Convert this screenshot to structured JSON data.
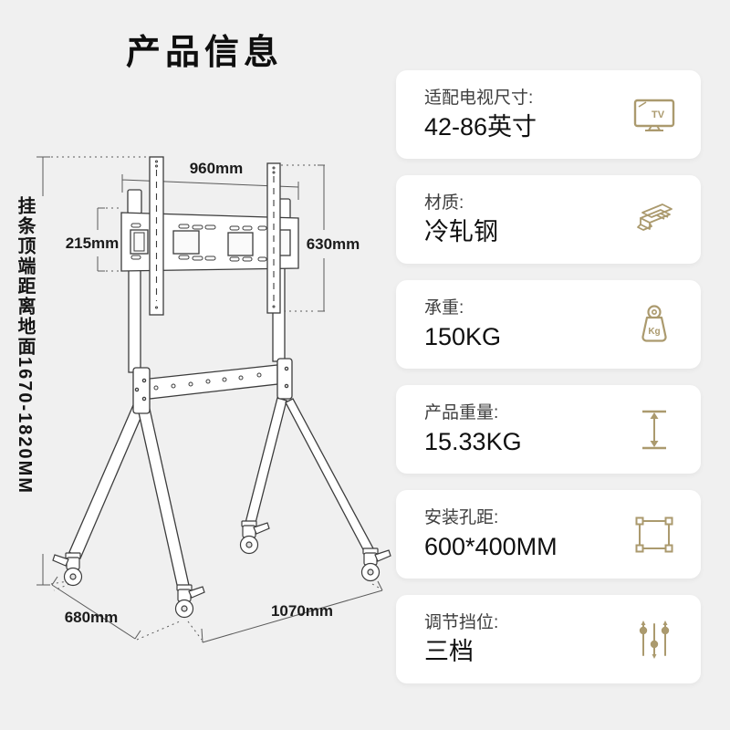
{
  "page": {
    "title": "产品信息"
  },
  "diagram": {
    "left_note": "挂条顶端距离地面1670-1820MM",
    "dims": {
      "top_width": "960mm",
      "bracket_height": "215mm",
      "hanging_bar_length": "630mm",
      "base_depth": "680mm",
      "base_width": "1070mm"
    }
  },
  "icons": {
    "tv_label": "TV",
    "kg_label": "Kg"
  },
  "colors": {
    "accent_gold": "#ab9a6e",
    "background": "#f0f0f0",
    "card": "#ffffff"
  },
  "specs": [
    {
      "label": "适配电视尺寸:",
      "value": "42-86英寸",
      "icon": "tv-icon"
    },
    {
      "label": "材质:",
      "value": "冷轧钢",
      "icon": "steel-icon"
    },
    {
      "label": "承重:",
      "value": "150KG",
      "icon": "weight-icon"
    },
    {
      "label": "产品重量:",
      "value": "15.33KG",
      "icon": "height-adjust-icon"
    },
    {
      "label": "安装孔距:",
      "value": "600*400MM",
      "icon": "mounting-holes-icon"
    },
    {
      "label": "调节挡位:",
      "value": "三档",
      "icon": "sliders-icon"
    }
  ]
}
